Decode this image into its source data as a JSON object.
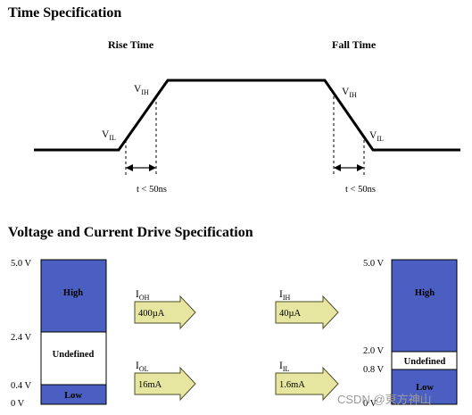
{
  "timing": {
    "title": "Time Specification",
    "rise_title": "Rise Time",
    "fall_title": "Fall Time",
    "rise_vil": {
      "main": "V",
      "sub": "IL"
    },
    "rise_vih": {
      "main": "V",
      "sub": "IH"
    },
    "fall_vih": {
      "main": "V",
      "sub": "IH"
    },
    "fall_vil": {
      "main": "V",
      "sub": "IL"
    },
    "rise_time_label": "t < 50ns",
    "fall_time_label": "t < 50ns"
  },
  "drive": {
    "title": "Voltage and Current Drive Specification",
    "left_bar": {
      "ticks": [
        "5.0 V",
        "2.4 V",
        "0.4 V",
        "0 V"
      ],
      "high": "High",
      "undefined": "Undefined",
      "low": "Low"
    },
    "right_bar": {
      "ticks": [
        "5.0 V",
        "2.0 V",
        "0.8 V",
        "0 V"
      ],
      "high": "High",
      "undefined": "Undefined",
      "low": "Low"
    },
    "arrows": [
      {
        "sym": "I",
        "sub": "OH",
        "value": "400µA"
      },
      {
        "sym": "I",
        "sub": "IH",
        "value": "40µA"
      },
      {
        "sym": "I",
        "sub": "OL",
        "value": "16mA"
      },
      {
        "sym": "I",
        "sub": "IL",
        "value": "1.6mA"
      }
    ],
    "colors": {
      "bar_fill": "#4a5fc1",
      "arrow_fill": "#e6e6a0",
      "arrow_stroke": "#4d4d2a"
    }
  },
  "watermark": "CSDN @東方神山"
}
